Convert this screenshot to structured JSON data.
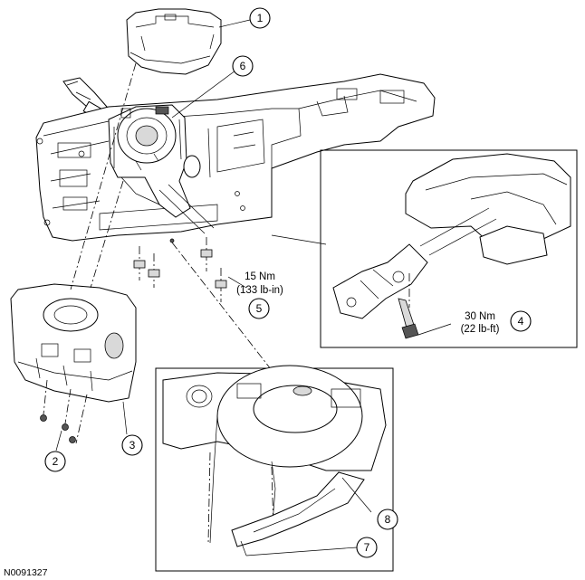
{
  "figure_id": "N0091327",
  "callouts": [
    {
      "id": "1",
      "label": "1"
    },
    {
      "id": "2",
      "label": "2"
    },
    {
      "id": "3",
      "label": "3"
    },
    {
      "id": "4",
      "label": "4"
    },
    {
      "id": "5",
      "label": "5"
    },
    {
      "id": "6",
      "label": "6"
    },
    {
      "id": "7",
      "label": "7"
    },
    {
      "id": "8",
      "label": "8"
    }
  ],
  "torque_specs": {
    "item5": {
      "metric": "15 Nm",
      "imperial": "(133 lb-in)"
    },
    "item4": {
      "metric": "30 Nm",
      "imperial": "(22 lb-ft)"
    }
  }
}
